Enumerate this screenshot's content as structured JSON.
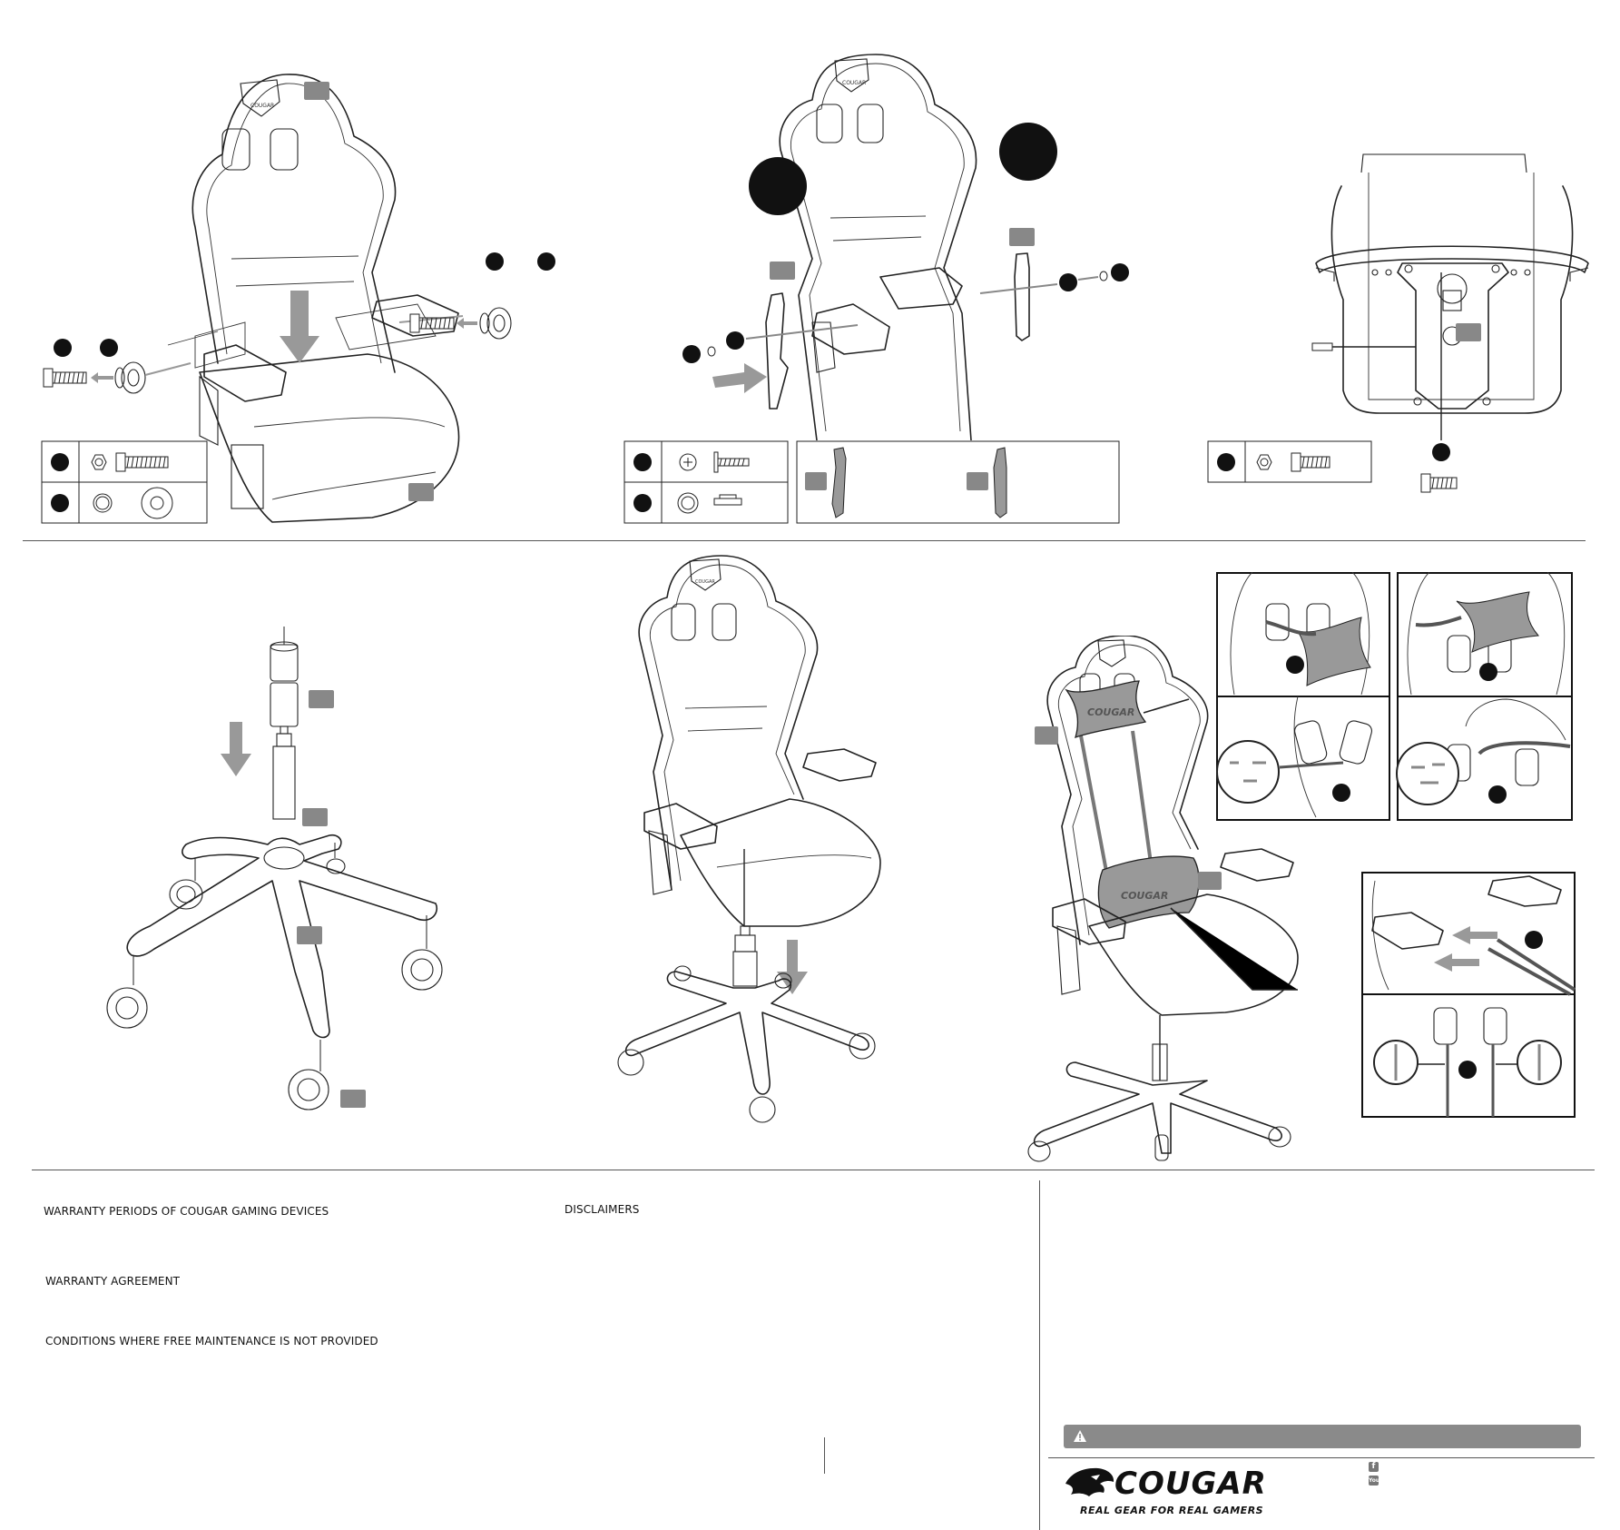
{
  "brand": {
    "badge_text": "COUGAR",
    "pillow_text": "COUGAR",
    "logo_word": "COUGAR",
    "tagline": "REAL GEAR FOR REAL GAMERS"
  },
  "sections": {
    "warranty_periods": "WARRANTY PERIODS OF COUGAR GAMING DEVICES",
    "warranty_agreement": "WARRANTY AGREEMENT",
    "conditions": "CONDITIONS WHERE FREE MAINTENANCE IS NOT PROVIDED",
    "disclaimers": "DISCLAIMERS"
  },
  "social": {
    "facebook_glyph": "f",
    "youtube_glyph": "You"
  },
  "colors": {
    "label_grey": "#888888",
    "arrow_grey": "#999999",
    "warning_bar": "#8a8a8a",
    "ink": "#111111"
  },
  "icons": [
    "warning-icon",
    "facebook-icon",
    "youtube-icon"
  ]
}
